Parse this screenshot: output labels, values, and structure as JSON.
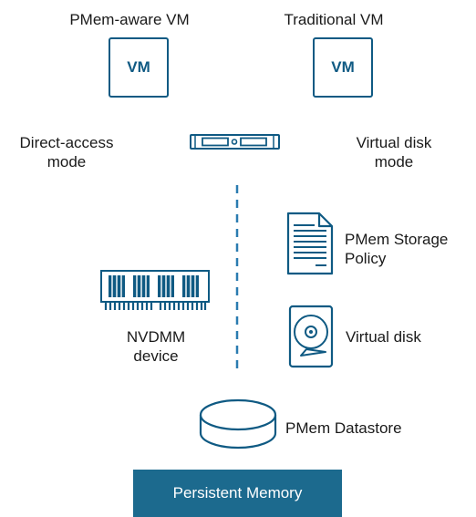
{
  "vm_left": {
    "title": "PMem-aware VM",
    "box_label": "VM"
  },
  "vm_right": {
    "title": "Traditional VM",
    "box_label": "VM"
  },
  "modes": {
    "left_line1": "Direct-access",
    "left_line2": "mode",
    "right_line1": "Virtual disk",
    "right_line2": "mode"
  },
  "nvdimm": {
    "line1": "NVDMM",
    "line2": "device"
  },
  "policy": {
    "line1": "PMem Storage",
    "line2": "Policy"
  },
  "virtual_disk": {
    "label": "Virtual disk"
  },
  "datastore": {
    "label": "PMem Datastore"
  },
  "persistent_memory": {
    "label": "Persistent Memory"
  },
  "colors": {
    "accent": "#0f5a83",
    "bar": "#1c6a8e",
    "dash": "#2a7bb0"
  },
  "icons": [
    "server-icon",
    "memory-module-icon",
    "document-icon",
    "hard-disk-icon",
    "datastore-icon"
  ]
}
